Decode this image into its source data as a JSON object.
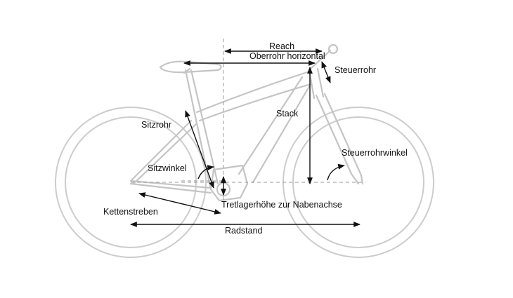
{
  "diagram": {
    "labels": {
      "reach": "Reach",
      "top_tube_horizontal": "Oberrohr horizontal",
      "head_tube": "Steuerrohr",
      "stack": "Stack",
      "seat_tube": "Sitzrohr",
      "seat_angle": "Sitzwinkel",
      "head_tube_angle": "Steuerrohrwinkel",
      "chainstays": "Kettenstreben",
      "bb_height": "Tretlagerhöhe zur Nabenachse",
      "wheelbase": "Radstand"
    },
    "colors": {
      "frame": "#c4c4c4",
      "dimension": "#111111",
      "guide": "#9a9a9a"
    }
  }
}
